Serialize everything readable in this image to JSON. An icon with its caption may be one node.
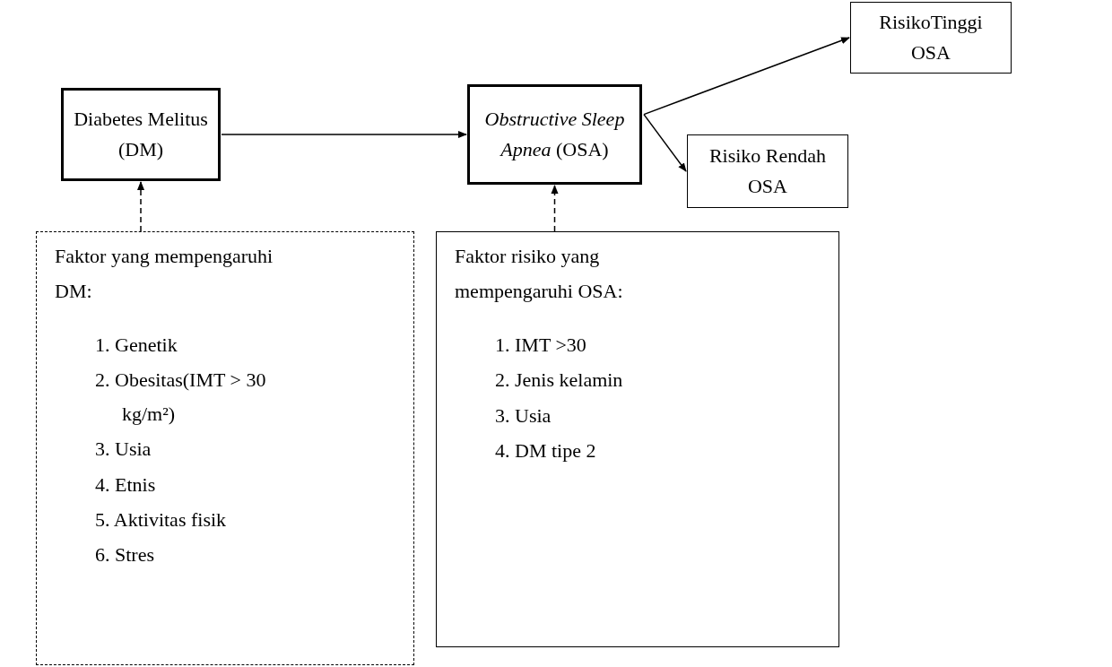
{
  "diagram": {
    "nodes": [
      {
        "text": [
          "Diabetes Melitus (DM)"
        ]
      },
      {
        "text": [
          "*Obstructive Sleep Apnea* (OSA)"
        ]
      },
      {
        "text": [
          "RisikoTinggi OSA"
        ]
      },
      {
        "text": [
          "Risiko Rendah OSA"
        ]
      },
      {
        "text": [
          "Faktor yang mempengaruhi DM:",
          "1. Genetik",
          "2. Obesitas(IMT > 30 kg/m²)",
          "3. Usia",
          "4. Etnis",
          "5. Aktivitas fisik",
          "6. Stres"
        ]
      },
      {
        "text": [
          "Faktor risiko yang mempengaruhi OSA:",
          "1. IMT >30",
          "2. Jenis kelamin",
          "3. Usia",
          "4. DM tipe 2"
        ]
      }
    ],
    "edges": [
      {
        "from": 0,
        "to": 1,
        "arrow": "to"
      },
      {
        "from": 1,
        "to": 2,
        "arrow": "to"
      },
      {
        "from": 1,
        "to": 3,
        "arrow": "to"
      },
      {
        "from": 4,
        "to": 0,
        "arrow": "to",
        "style": "dashed"
      },
      {
        "from": 5,
        "to": 1,
        "arrow": "to",
        "style": "dashed"
      }
    ]
  }
}
